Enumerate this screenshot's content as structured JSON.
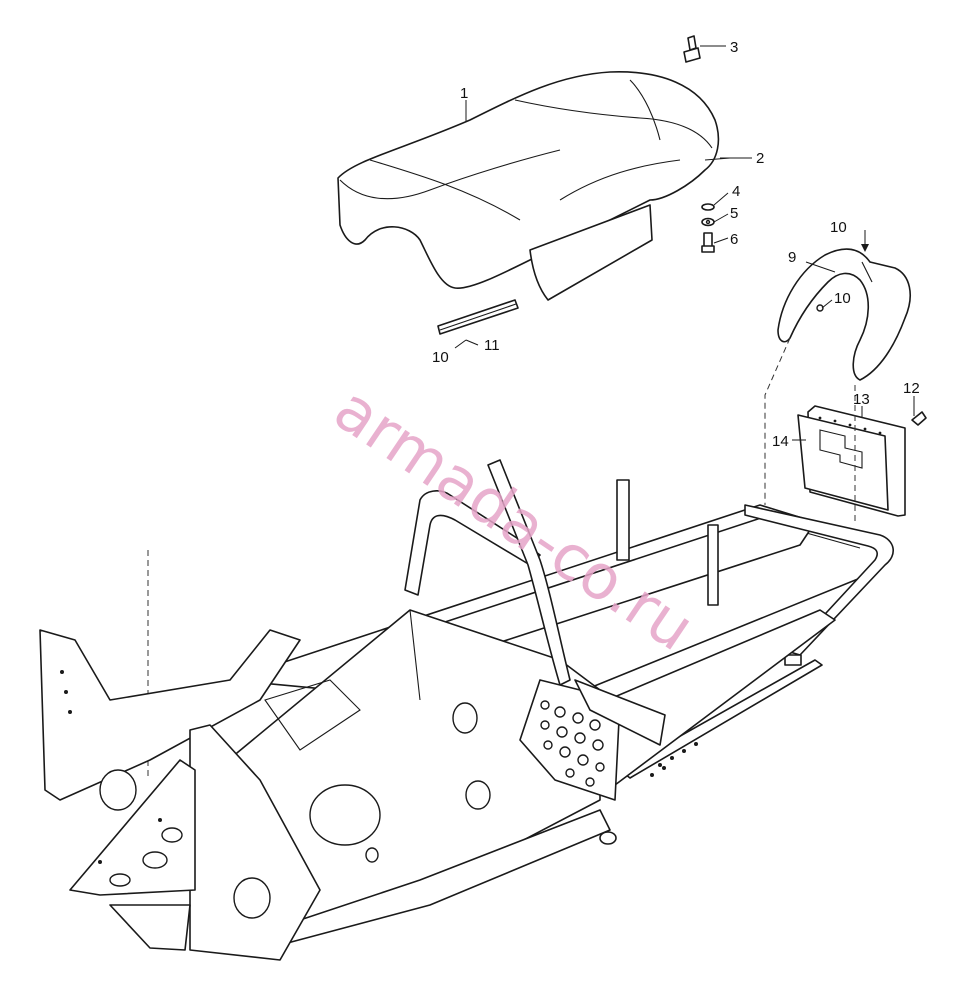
{
  "callouts": {
    "c1": "1",
    "c2": "2",
    "c3": "3",
    "c4": "4",
    "c5": "5",
    "c6": "6",
    "c9": "9",
    "c10a": "10",
    "c10b": "10",
    "c10c": "10",
    "c11": "11",
    "c12": "12",
    "c13": "13",
    "c14": "14"
  },
  "watermark": "armada-co.ru"
}
